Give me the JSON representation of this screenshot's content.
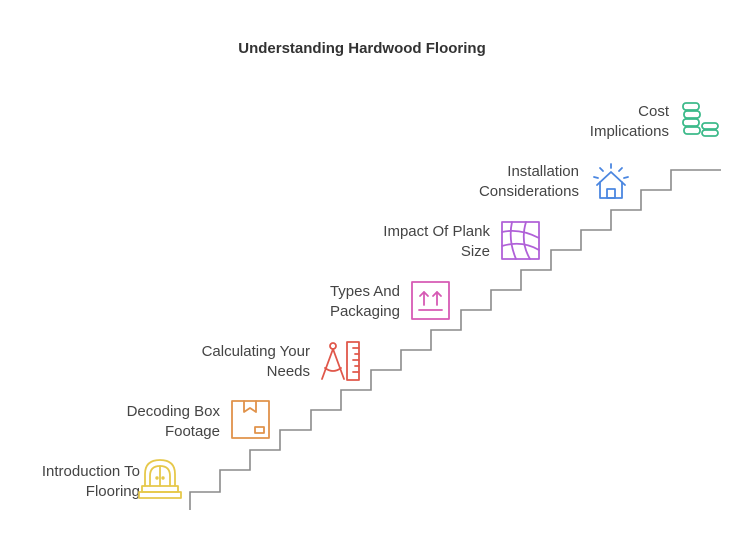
{
  "title": "Understanding Hardwood Flooring",
  "steps": [
    {
      "line1": "Introduction To",
      "line2": "Flooring",
      "icon": "door-icon",
      "color": "#e6c84a"
    },
    {
      "line1": "Decoding Box",
      "line2": "Footage",
      "icon": "box-icon",
      "color": "#e0924a"
    },
    {
      "line1": "Calculating Your",
      "line2": "Needs",
      "icon": "compass-ruler-icon",
      "color": "#e0574a"
    },
    {
      "line1": "Types And",
      "line2": "Packaging",
      "icon": "package-arrows-icon",
      "color": "#d65ab4"
    },
    {
      "line1": "Impact Of Plank",
      "line2": "Size",
      "icon": "plank-pattern-icon",
      "color": "#b060d8"
    },
    {
      "line1": "Installation",
      "line2": "Considerations",
      "icon": "house-icon",
      "color": "#4a86e0"
    },
    {
      "line1": "Cost",
      "line2": "Implications",
      "icon": "coins-icon",
      "color": "#3cba8a"
    }
  ]
}
